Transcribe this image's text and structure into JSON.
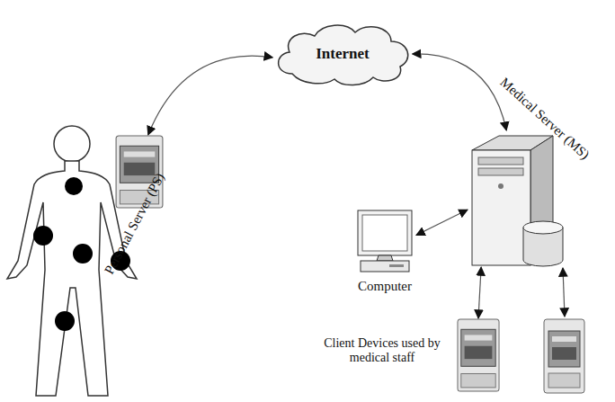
{
  "diagram": {
    "nodes": [
      {
        "text": [
          "Internet"
        ]
      },
      {
        "text": [
          "Personal Server (PS)"
        ]
      },
      {
        "text": [
          "Medical Server (MS)"
        ]
      },
      {
        "text": [
          "Computer"
        ]
      },
      {
        "text": [
          "Client Devices used by medical staff"
        ]
      }
    ],
    "edges": [
      {
        "from": 0,
        "to": 1,
        "arrow": "both"
      },
      {
        "from": 0,
        "to": 2,
        "arrow": "both"
      },
      {
        "from": 2,
        "to": 3,
        "arrow": "both"
      },
      {
        "from": 2,
        "to": 4,
        "arrow": "both"
      }
    ]
  }
}
